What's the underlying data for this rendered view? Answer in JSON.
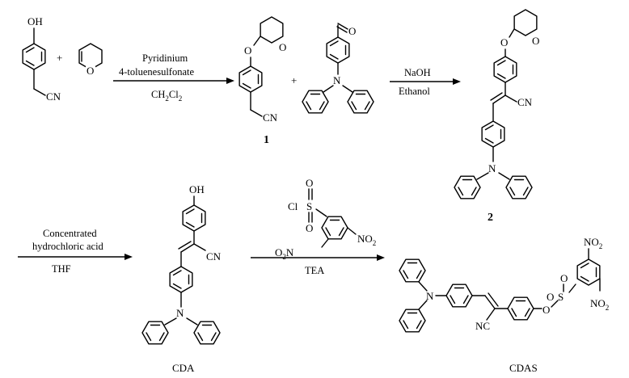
{
  "atoms": {
    "OH": "OH",
    "O": "O",
    "N": "N",
    "CN": "CN",
    "NC": "NC",
    "Cl": "Cl",
    "S": "S",
    "NO": "NO",
    "two": "2"
  },
  "reagents": {
    "plus": "+",
    "step1_line1": "Pyridinium",
    "step1_line2": "4-toluenesulfonate",
    "step1_solvent": "CH",
    "step1_solvent_sub1": "2",
    "step1_solvent_mid": "Cl",
    "step1_solvent_sub2": "2",
    "step2_line1": "NaOH",
    "step2_line2": "Ethanol",
    "step3_line1": "Concentrated",
    "step3_line2": "hydrochloric acid",
    "step3_line3": "THF",
    "step4_below": "TEA"
  },
  "compounds": {
    "c1": "1",
    "c2": "2",
    "cda": "CDA",
    "cdas": "CDAS"
  }
}
